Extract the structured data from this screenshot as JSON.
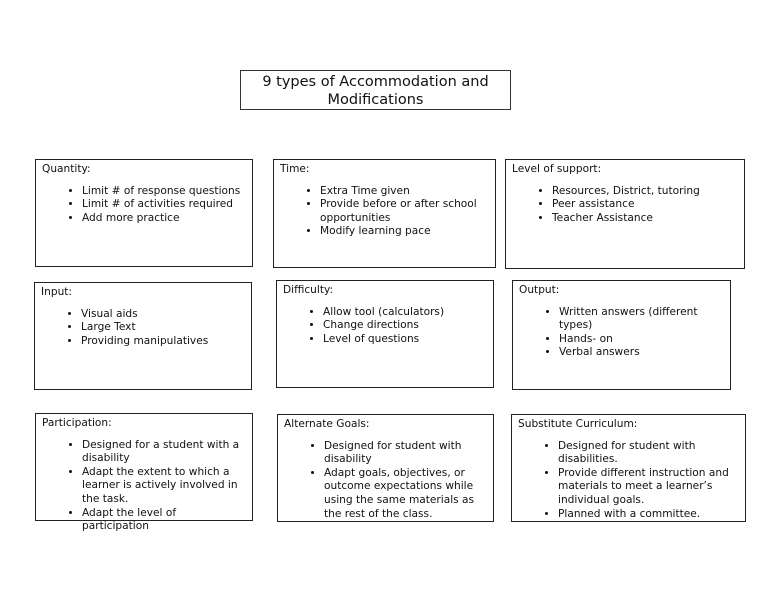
{
  "title": "9 types of Accommodation and Modifications",
  "boxes": [
    {
      "heading": "Quantity:",
      "items": [
        "Limit # of response questions",
        "Limit # of activities required",
        "Add more practice"
      ]
    },
    {
      "heading": "Time:",
      "items": [
        "Extra Time given",
        "Provide before or after school opportunities",
        "Modify learning pace"
      ]
    },
    {
      "heading": "Level of support:",
      "items": [
        "Resources, District, tutoring",
        "Peer assistance",
        "Teacher Assistance"
      ]
    },
    {
      "heading": "Input:",
      "items": [
        "Visual aids",
        "Large Text",
        "Providing manipulatives"
      ]
    },
    {
      "heading": "Difficulty:",
      "items": [
        "Allow tool (calculators)",
        "Change directions",
        "Level of questions"
      ]
    },
    {
      "heading": "Output:",
      "items": [
        "Written answers (different types)",
        "Hands- on",
        "Verbal answers"
      ]
    },
    {
      "heading": "Participation:",
      "items": [
        "Designed for a student with a disability",
        "Adapt the extent to which a learner is actively involved in the task.",
        "Adapt the level of participation"
      ]
    },
    {
      "heading": "Alternate Goals:",
      "items": [
        "Designed for student with disability",
        "Adapt goals, objectives, or outcome expectations while using the same materials as the rest of the class."
      ]
    },
    {
      "heading": "Substitute Curriculum:",
      "items": [
        "Designed for student with disabilities.",
        "Provide different instruction and materials to meet a learner’s individual goals.",
        "Planned with a committee."
      ]
    }
  ]
}
